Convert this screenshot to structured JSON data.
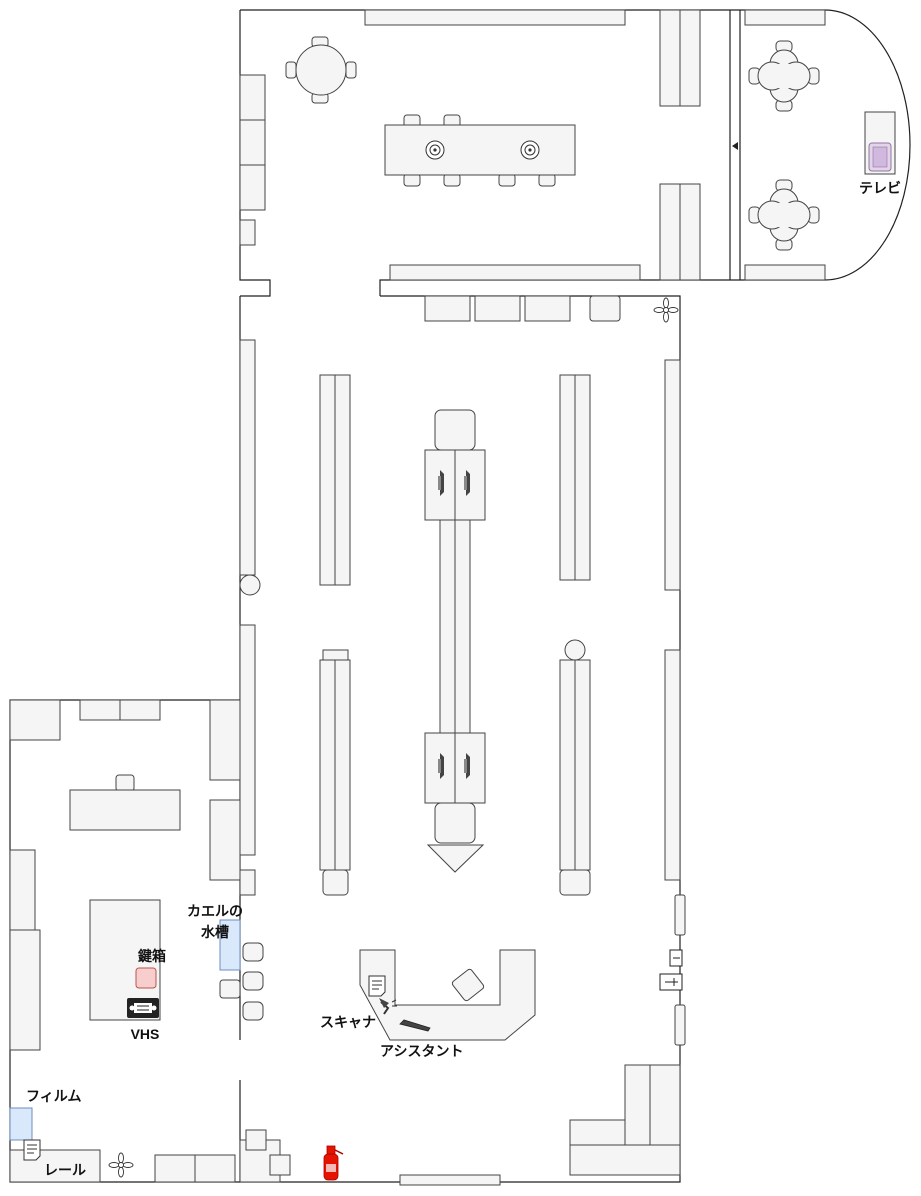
{
  "labels": {
    "tv": "テレビ",
    "frog_tank_1": "カエルの",
    "frog_tank_2": "水槽",
    "key_box": "鍵箱",
    "vhs": "VHS",
    "scanner": "スキャナ",
    "assistant": "アシスタント",
    "film": "フィルム",
    "rail": "レール"
  },
  "colors": {
    "wall": "#222222",
    "furniture_fill": "#f5f5f5",
    "furniture_stroke": "#444444",
    "tank_fill": "#dae8fc",
    "key_box_fill": "#f8cecc",
    "tv_fill": "#e1d5e7",
    "extinguisher": "#e51400"
  },
  "icons": [
    "vhs-tape-icon",
    "plant-icon",
    "document-icon",
    "lamp-icon",
    "fire-extinguisher-icon",
    "monitor-icon",
    "door-switch-icon"
  ]
}
